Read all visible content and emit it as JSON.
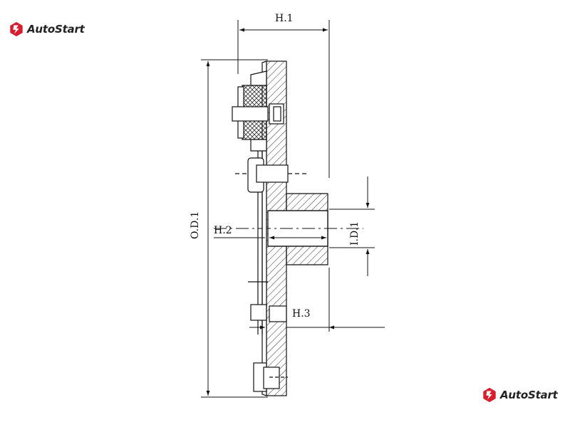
{
  "brand": {
    "name": "AutoStart",
    "accent": "#d81e2c",
    "icon": "autostart-logo-icon"
  },
  "dimensions": {
    "h1": "H.1",
    "h2": "H.2",
    "h3": "H.3",
    "od1": "O.D.1",
    "id1": "I.D.1"
  },
  "colors": {
    "line": "#111111",
    "hatch": "#333333"
  }
}
